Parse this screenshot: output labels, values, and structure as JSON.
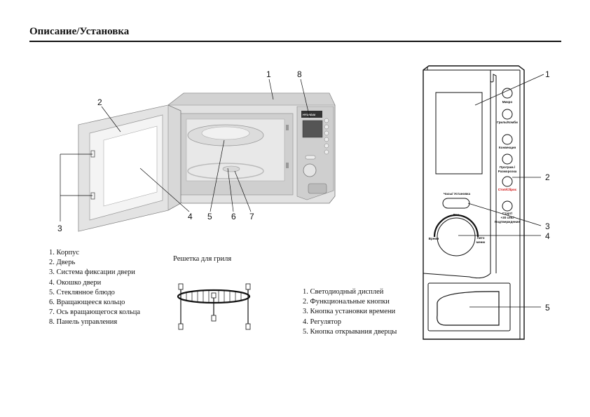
{
  "page": {
    "title": "Описание/Установка"
  },
  "parts_list": [
    "1.  Корпус",
    "2.  Дверь",
    "3.  Система фиксации двери",
    "4.  Окошко двери",
    "5.  Стеклянное блюдо",
    "6.  Вращающееся кольцо",
    "7.  Ось вращающегося кольца",
    "8.  Панель управления"
  ],
  "grill_rack_caption": "Решетка для гриля",
  "panel_list": [
    "1. Светодиодный дисплей",
    "2. Функциональные кнопки",
    "3.  Кнопка установки времени",
    "4. Регулятор",
    "5. Кнопка открывания дверцы"
  ],
  "oven_callouts": {
    "c1": "1",
    "c2": "2",
    "c3": "3",
    "c4": "4",
    "c5": "5",
    "c6": "6",
    "c7": "7",
    "c8": "8"
  },
  "oven_brand": "HYUNDAI",
  "panel_callouts": {
    "c1": "1",
    "c2": "2",
    "c3": "3",
    "c4": "4",
    "c5": "5"
  },
  "panel_buttons": {
    "micro": "Микро",
    "grill": "Гриль/Комби",
    "convection": "Конвекция",
    "program_1": "Програм./",
    "program_2": "Разморозка",
    "stop": "Стоп/Сброс",
    "start_1": "Старт/",
    "start_2": "+30 сек./",
    "start_3": "Подтверждение"
  },
  "panel_labels": {
    "clock": "Часы/ Установка",
    "weight": "Вес",
    "time": "Время",
    "auto_1": "Авто",
    "auto_2": "меню"
  }
}
